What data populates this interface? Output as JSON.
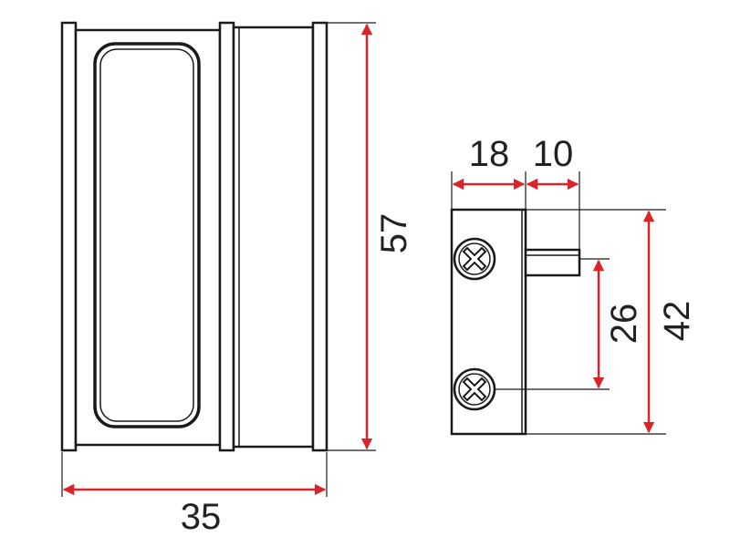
{
  "dimensions": {
    "handle_width": "35",
    "handle_height": "57",
    "bracket_plate_width": "18",
    "pin_length": "10",
    "screw_spacing": "26",
    "bracket_height": "42"
  },
  "colors": {
    "dimension_line": "#d9252a",
    "outline": "#1a1a1a",
    "background": "#ffffff"
  },
  "icons": {
    "screw": "phillips-screw-icon"
  }
}
